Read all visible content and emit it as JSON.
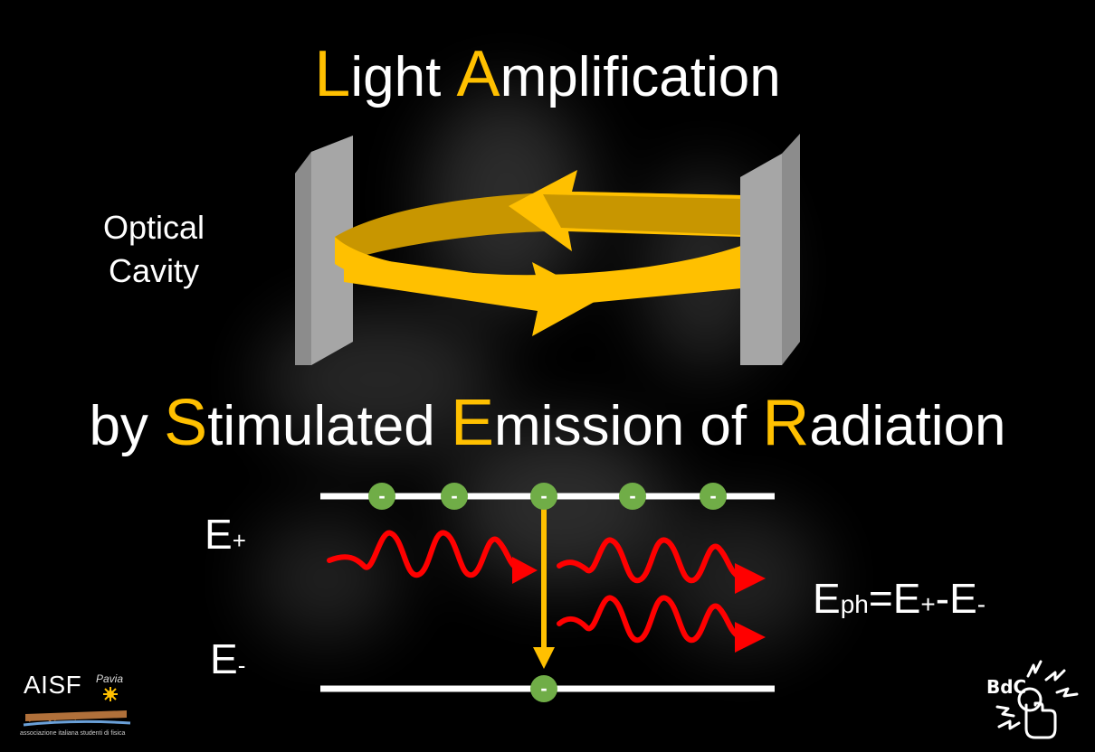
{
  "title_top": {
    "first_initial": "L",
    "first_rest": "ight ",
    "second_initial": "A",
    "second_rest": "mplification"
  },
  "title_bottom": {
    "lead": "by ",
    "s_initial": "S",
    "s_rest": "timulated ",
    "e_initial": "E",
    "e_rest": "mission of ",
    "r_initial": "R",
    "r_rest": "adiation"
  },
  "cavity_label": {
    "line1": "Optical",
    "line2": "Cavity"
  },
  "levels": {
    "upper_symbol": "E",
    "upper_sign": "+",
    "lower_symbol": "E",
    "lower_sign": "-"
  },
  "electron_sign": "-",
  "equation": {
    "lhs": "E",
    "lhs_sub": "ph",
    "eq": "=",
    "t1": "E",
    "t1_sub": "+",
    "minus": "-",
    "t2": "E",
    "t2_sub": "-"
  },
  "logos": {
    "aisf_name": "AISF",
    "aisf_city": "Pavia",
    "aisf_tagline": "associazione italiana studenti di fisica",
    "bdc_name": "BdC"
  },
  "colors": {
    "accent": "#ffc000",
    "photon": "#ff0000",
    "electron": "#70ad47",
    "mirror": "#a6a6a6",
    "background": "#000000"
  }
}
